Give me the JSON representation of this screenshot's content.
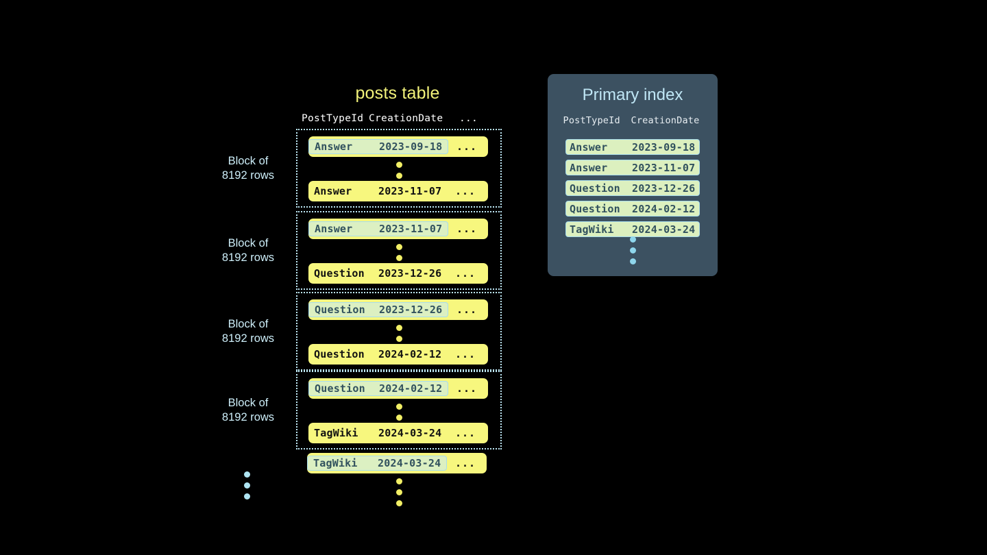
{
  "posts": {
    "title": "posts table",
    "headers": {
      "type": "PostTypeId",
      "date": "CreationDate",
      "rest": "..."
    },
    "block_label": "Block of\n8192 rows",
    "ellipsis_glyph": "...",
    "blocks": [
      {
        "label": "Block of\n8192 rows",
        "first_row": {
          "type": "Answer",
          "date": "2023-09-18",
          "rest": "...",
          "highlighted": true
        },
        "last_row": {
          "type": "Answer",
          "date": "2023-11-07",
          "rest": "...",
          "highlighted": false
        }
      },
      {
        "label": "Block of\n8192 rows",
        "first_row": {
          "type": "Answer",
          "date": "2023-11-07",
          "rest": "...",
          "highlighted": true
        },
        "last_row": {
          "type": "Question",
          "date": "2023-12-26",
          "rest": "...",
          "highlighted": false
        }
      },
      {
        "label": "Block of\n8192 rows",
        "first_row": {
          "type": "Question",
          "date": "2023-12-26",
          "rest": "...",
          "highlighted": true
        },
        "last_row": {
          "type": "Question",
          "date": "2024-02-12",
          "rest": "...",
          "highlighted": false
        }
      },
      {
        "label": "Block of\n8192 rows",
        "first_row": {
          "type": "Question",
          "date": "2024-02-12",
          "rest": "...",
          "highlighted": true
        },
        "last_row": {
          "type": "TagWiki",
          "date": "2024-03-24",
          "rest": "...",
          "highlighted": false
        }
      }
    ],
    "trailing_row": {
      "type": "TagWiki",
      "date": "2024-03-24",
      "rest": "...",
      "highlighted": true
    }
  },
  "primary_index": {
    "title": "Primary index",
    "headers": {
      "type": "PostTypeId",
      "date": "CreationDate"
    },
    "rows": [
      {
        "type": "Answer",
        "date": "2023-09-18"
      },
      {
        "type": "Answer",
        "date": "2023-11-07"
      },
      {
        "type": "Question",
        "date": "2023-12-26"
      },
      {
        "type": "Question",
        "date": "2024-02-12"
      },
      {
        "type": "TagWiki",
        "date": "2024-03-24"
      }
    ]
  },
  "colors": {
    "background": "#000000",
    "row_yellow": "#f7f77e",
    "highlight_green": "#dcf0c2",
    "highlight_border": "#a7dced",
    "panel_slate": "#3c5161",
    "accent_cyan": "#bfe6f5",
    "title_yellow": "#f2f27a"
  }
}
